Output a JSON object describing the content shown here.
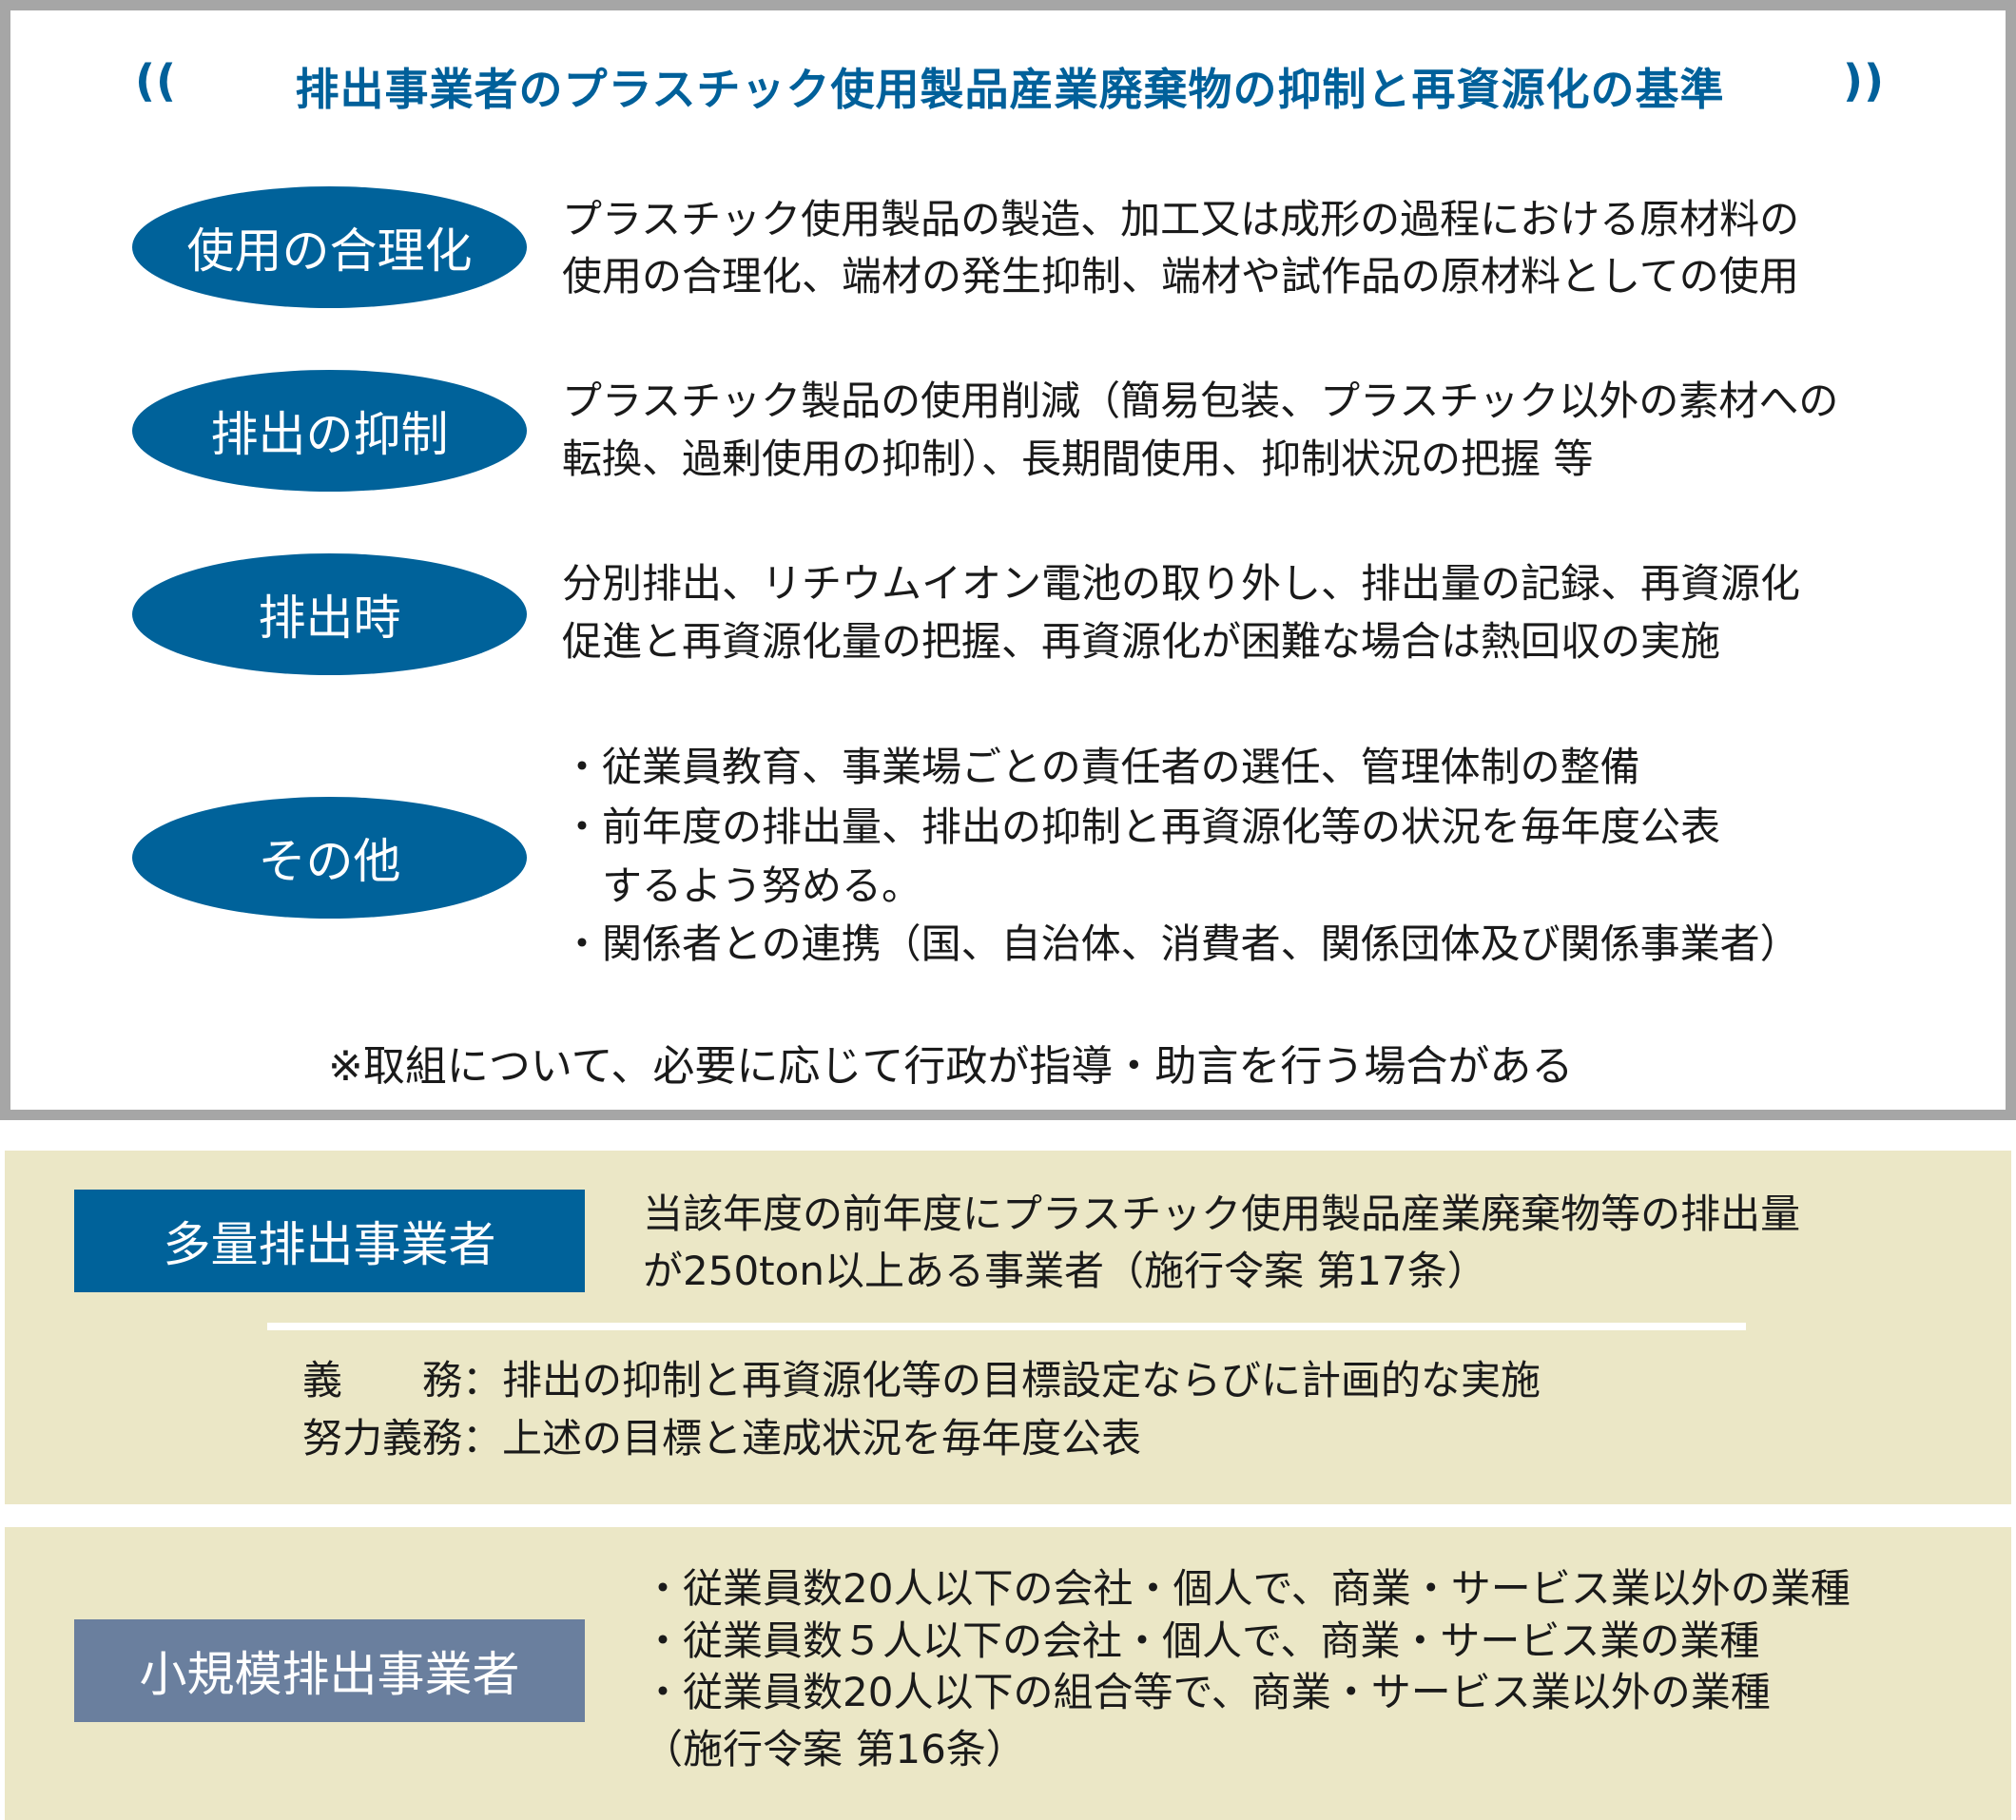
{
  "title": {
    "open": "((",
    "text": "排出事業者のプラスチック使用製品産業廃棄物の抑制と再資源化の基準",
    "close": "))"
  },
  "criteria": [
    {
      "label": "使用の合理化",
      "lines": [
        "プラスチック使用製品の製造、加工又は成形の過程における原材料の",
        "使用の合理化、端材の発生抑制、端材や試作品の原材料としての使用"
      ]
    },
    {
      "label": "排出の抑制",
      "lines": [
        "プラスチック製品の使用削減（簡易包装、プラスチック以外の素材への",
        "転換、過剰使用の抑制）、長期間使用、抑制状況の把握 等"
      ]
    },
    {
      "label": "排出時",
      "lines": [
        "分別排出、リチウムイオン電池の取り外し、排出量の記録、再資源化",
        "促進と再資源化量の把握、再資源化が困難な場合は熱回収の実施"
      ]
    },
    {
      "label": "その他",
      "lines": [
        "・従業員教育、事業場ごとの責任者の選任、管理体制の整備",
        "・前年度の排出量、排出の抑制と再資源化等の状況を毎年度公表",
        "　するよう努める。",
        "・関係者との連携（国、自治体、消費者、関係団体及び関係事業者）"
      ]
    }
  ],
  "note": "※取組について、必要に応じて行政が指導・助言を行う場合がある",
  "large": {
    "label": "多量排出事業者",
    "lines": [
      "当該年度の前年度にプラスチック使用製品産業廃棄物等の排出量",
      "が250ton以上ある事業者（施行令案 第17条）"
    ],
    "duties": [
      "義　　務：排出の抑制と再資源化等の目標設定ならびに計画的な実施",
      "努力義務：上述の目標と達成状況を毎年度公表"
    ]
  },
  "small": {
    "label": "小規模排出事業者",
    "lines": [
      "・従業員数20人以下の会社・個人で、商業・サービス業以外の業種",
      "・従業員数５人以下の会社・個人で、商業・サービス業の業種",
      "・従業員数20人以下の組合等で、商業・サービス業以外の業種",
      "（施行令案 第16条）"
    ]
  },
  "colors": {
    "blue": "#00629a",
    "slate": "#6a7f9e",
    "beige": "#ebe7c6",
    "border": "#a6a6a6"
  }
}
